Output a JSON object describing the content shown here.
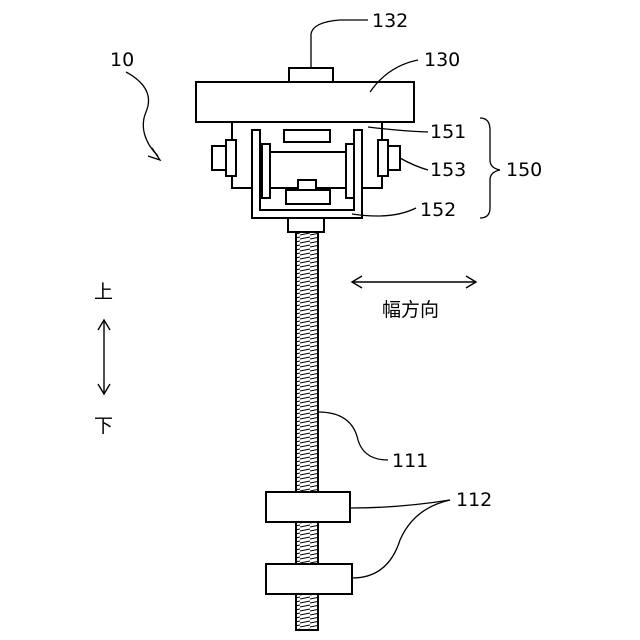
{
  "figure": {
    "labels": {
      "device": "10",
      "knob": "132",
      "top_plate": "130",
      "inner_bracket": "151",
      "side_bolt": "153",
      "assembly": "150",
      "lower_bracket": "152",
      "threaded_rod": "111",
      "nuts": "112"
    },
    "direction_width": "幅方向",
    "direction_up": "上",
    "direction_down": "下"
  }
}
